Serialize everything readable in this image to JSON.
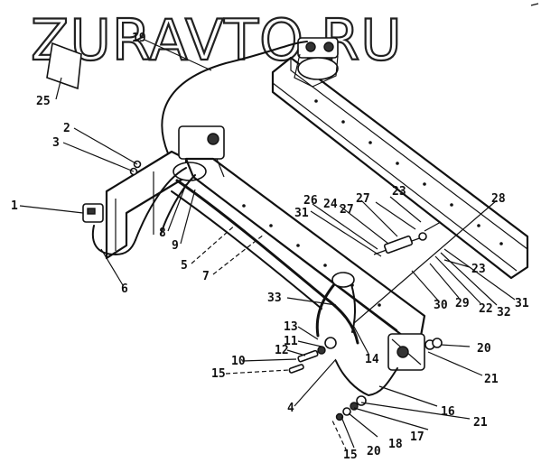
{
  "watermark": "ZURAVTO.RU",
  "callouts": [
    {
      "id": "c1",
      "text": "1"
    },
    {
      "id": "c2",
      "text": "2"
    },
    {
      "id": "c3",
      "text": "3"
    },
    {
      "id": "c4",
      "text": "4"
    },
    {
      "id": "c5",
      "text": "5"
    },
    {
      "id": "c6",
      "text": "6"
    },
    {
      "id": "c7",
      "text": "7"
    },
    {
      "id": "c8",
      "text": "8"
    },
    {
      "id": "c9",
      "text": "9"
    },
    {
      "id": "c10",
      "text": "10"
    },
    {
      "id": "c11",
      "text": "11"
    },
    {
      "id": "c12",
      "text": "12"
    },
    {
      "id": "c13",
      "text": "13"
    },
    {
      "id": "c14",
      "text": "14"
    },
    {
      "id": "c15a",
      "text": "15"
    },
    {
      "id": "c15b",
      "text": "15"
    },
    {
      "id": "c16",
      "text": "16"
    },
    {
      "id": "c17",
      "text": "17"
    },
    {
      "id": "c18",
      "text": "18"
    },
    {
      "id": "c19",
      "text": "19"
    },
    {
      "id": "c20a",
      "text": "20"
    },
    {
      "id": "c20b",
      "text": "20"
    },
    {
      "id": "c21a",
      "text": "21"
    },
    {
      "id": "c21b",
      "text": "21"
    },
    {
      "id": "c22",
      "text": "22"
    },
    {
      "id": "c23a",
      "text": "23"
    },
    {
      "id": "c23b",
      "text": "23"
    },
    {
      "id": "c24",
      "text": "24"
    },
    {
      "id": "c25",
      "text": "25"
    },
    {
      "id": "c26",
      "text": "26"
    },
    {
      "id": "c27a",
      "text": "27"
    },
    {
      "id": "c27b",
      "text": "27"
    },
    {
      "id": "c28",
      "text": "28"
    },
    {
      "id": "c29",
      "text": "29"
    },
    {
      "id": "c30",
      "text": "30"
    },
    {
      "id": "c31a",
      "text": "31"
    },
    {
      "id": "c31b",
      "text": "31"
    },
    {
      "id": "c32",
      "text": "32"
    },
    {
      "id": "c33",
      "text": "33"
    }
  ]
}
